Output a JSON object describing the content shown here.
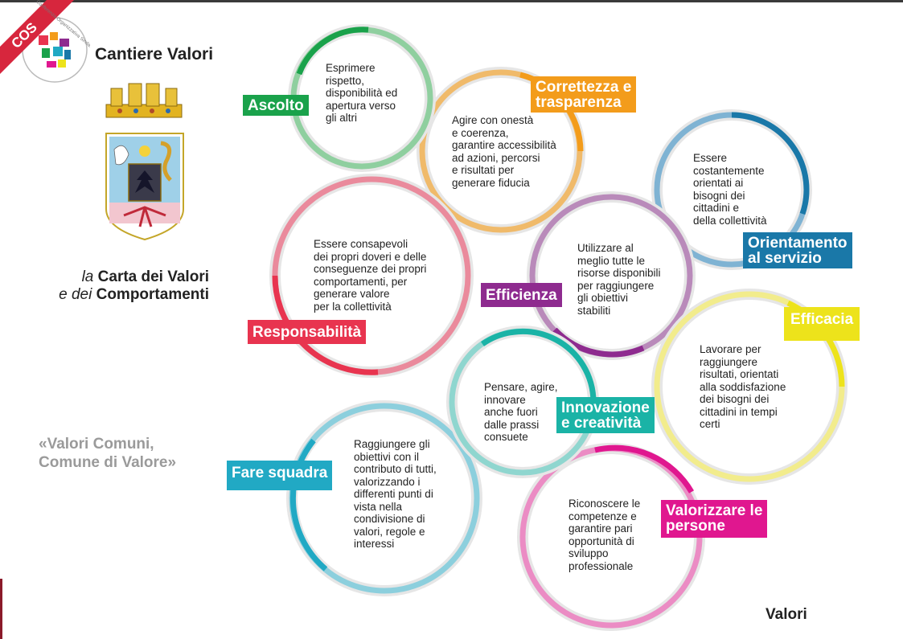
{
  "brand": {
    "logo_badge": "COS",
    "logo_ring_text": "Conferenza Organizzativa Sindacale",
    "name": "Cantiere Valori"
  },
  "carta": {
    "line1_italic": "la",
    "line1_bold": "Carta dei Valori",
    "line2_italic": "e dei",
    "line2_bold": "Comportamenti"
  },
  "motto": {
    "line1": "«Valori Comuni,",
    "line2": "Comune di Valore»"
  },
  "footer": "Valori",
  "values": [
    {
      "id": "ascolto",
      "label": "Ascolto",
      "color": "#1aa24b",
      "description": [
        "Esprimere",
        "rispetto,",
        "disponibilità ed",
        "apertura verso",
        "gli altri"
      ]
    },
    {
      "id": "correttezza",
      "label": "Correttezza e trasparenza",
      "label_lines": [
        "Correttezza e",
        "trasparenza"
      ],
      "color": "#f39c1b",
      "description": [
        "Agire con onestà",
        "e coerenza,",
        "garantire accessibilità",
        "ad azioni, percorsi",
        "e  risultati per",
        "generare fiducia"
      ]
    },
    {
      "id": "orientamento",
      "label": "Orientamento al servizio",
      "label_lines": [
        "Orientamento",
        "al servizio"
      ],
      "color": "#1a78a8",
      "description": [
        "Essere",
        "costantemente",
        "orientati ai",
        "bisogni dei",
        "cittadini e",
        "della collettività"
      ]
    },
    {
      "id": "responsabilita",
      "label": "Responsabilità",
      "color": "#e8344f",
      "description": [
        "Essere consapevoli",
        "dei propri doveri e delle",
        "conseguenze dei  propri",
        "comportamenti, per",
        "generare valore",
        "per la collettività"
      ]
    },
    {
      "id": "efficienza",
      "label": "Efficienza",
      "color": "#8e2b8f",
      "description": [
        "Utilizzare al",
        "meglio tutte le",
        "risorse disponibili",
        "per raggiungere",
        "gli obiettivi",
        "stabiliti"
      ]
    },
    {
      "id": "efficacia",
      "label": "Efficacia",
      "color": "#ede31b",
      "description": [
        "Lavorare per",
        "raggiungere",
        "risultati, orientati",
        "alla soddisfazione",
        "dei bisogni dei",
        "cittadini  in tempi",
        "certi"
      ]
    },
    {
      "id": "innovazione",
      "label": "Innovazione e creatività",
      "label_lines": [
        "Innovazione",
        "e creatività"
      ],
      "color": "#1ab3a6",
      "description": [
        "Pensare, agire,",
        "innovare",
        "anche fuori",
        "dalle prassi",
        "consuete"
      ]
    },
    {
      "id": "fare_squadra",
      "label": "Fare squadra",
      "color": "#21a9c4",
      "description": [
        "Raggiungere gli",
        "obiettivi con il",
        "contributo di tutti,",
        "valorizzando i",
        "differenti punti di",
        "vista nella",
        "condivisione di",
        "valori, regole e",
        "interessi"
      ]
    },
    {
      "id": "valorizzare",
      "label": "Valorizzare le persone",
      "label_lines": [
        "Valorizzare le",
        "persone"
      ],
      "color": "#e0178f",
      "description": [
        "Riconoscere le",
        "competenze e",
        "garantire pari",
        "opportunità di",
        "sviluppo",
        "professionale"
      ]
    }
  ]
}
